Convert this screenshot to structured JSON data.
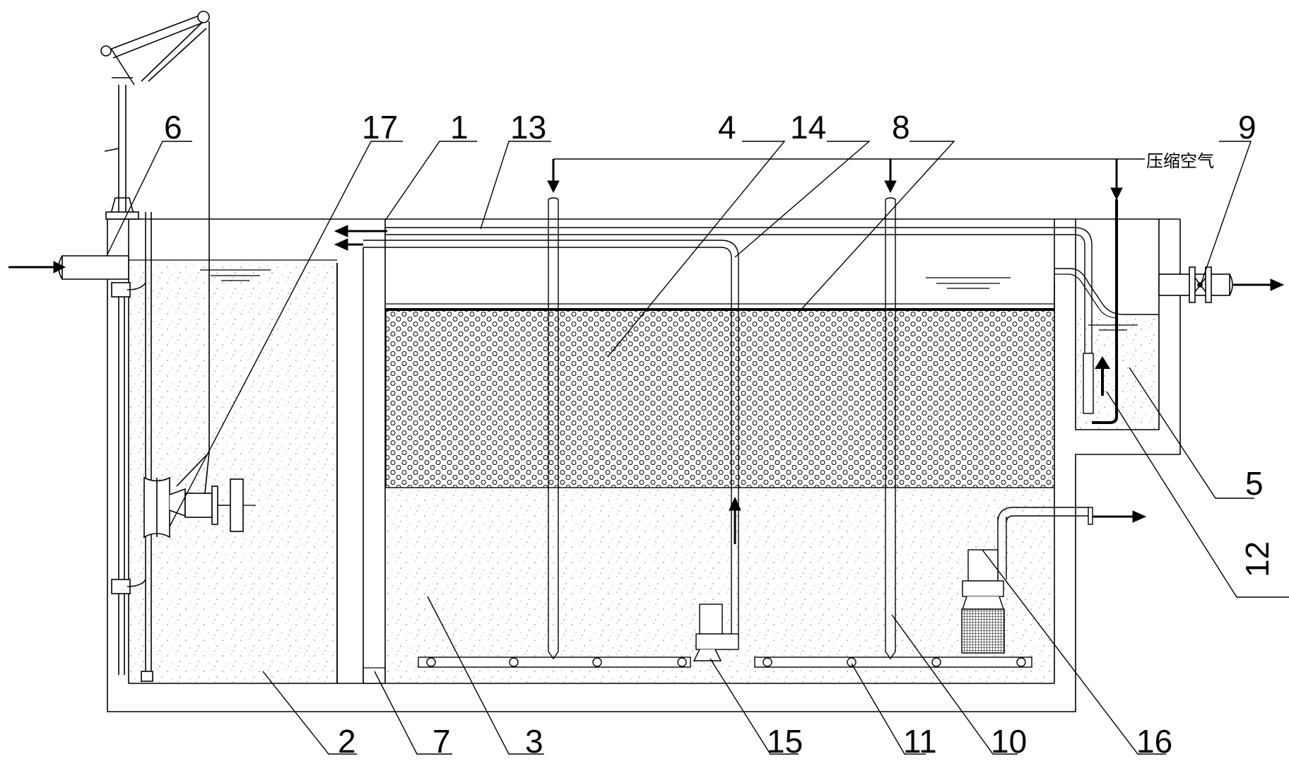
{
  "figure": {
    "air_label": "压缩空气",
    "labels": {
      "n1": "1",
      "n2": "2",
      "n3": "3",
      "n4": "4",
      "n5": "5",
      "n6": "6",
      "n7": "7",
      "n8": "8",
      "n9": "9",
      "n10": "10",
      "n11": "11",
      "n12": "12",
      "n13": "13",
      "n14": "14",
      "n15": "15",
      "n16": "16",
      "n17": "17"
    }
  }
}
